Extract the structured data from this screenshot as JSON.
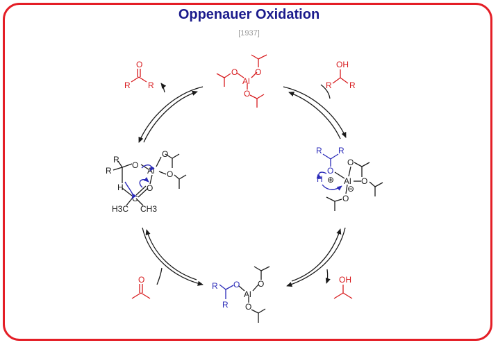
{
  "header": {
    "title": "Oppenauer Oxidation",
    "year": "[1937]"
  },
  "labels": {
    "R": "R",
    "O": "O",
    "OH": "OH",
    "Al": "Al",
    "H": "H",
    "C": "C",
    "ch3_text": "H3C",
    "ch3_text2": "CH3",
    "plus": "⊕",
    "minus": "⊖"
  },
  "colors": {
    "frame": "#e41e26",
    "title": "#1a1a8c",
    "red": "#d7191c",
    "blue": "#2a2ab8",
    "black": "#1a1a1a",
    "year": "#9a9a9a"
  }
}
